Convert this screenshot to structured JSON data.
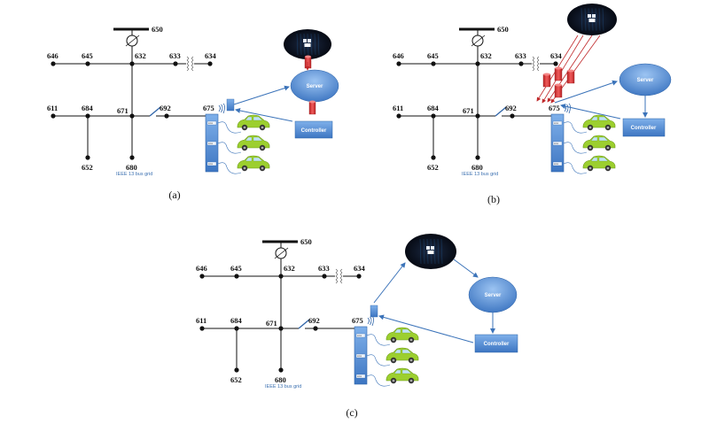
{
  "figure": {
    "panels": [
      {
        "id": "a",
        "caption": "(a)",
        "scenario": "normal operation",
        "grid_caption": "IEEE 13 bus grid",
        "attacker_present": true,
        "attack_type": "attacker-to-server-to-controller",
        "server_label": "Server",
        "controller_label": "Controller"
      },
      {
        "id": "b",
        "caption": "(b)",
        "scenario": "flooding attack on charging station",
        "grid_caption": "IEEE 13 bus grid",
        "attacker_present": true,
        "attack_type": "multiple-packets-to-antenna",
        "server_label": "Server",
        "controller_label": "Controller"
      },
      {
        "id": "c",
        "caption": "(c)",
        "scenario": "man-in-the-middle",
        "grid_caption": "IEEE 13 bus grid",
        "attacker_present": true,
        "attack_type": "station-to-attacker-to-server",
        "server_label": "Server",
        "controller_label": "Controller"
      }
    ],
    "buses": [
      "650",
      "646",
      "645",
      "632",
      "633",
      "634",
      "611",
      "684",
      "671",
      "692",
      "675",
      "652",
      "680"
    ],
    "charger_slots": [
      "xxxx",
      "xxxx",
      "xxxx"
    ],
    "colors": {
      "line": "#111111",
      "blue_box": "#4a86cf",
      "blue_dark": "#2f64a8",
      "arrow": "#3b73b9",
      "attack_red": "#d9393b",
      "car_green": "#9ccf2f",
      "attacker_bg": "#0b1020"
    }
  }
}
